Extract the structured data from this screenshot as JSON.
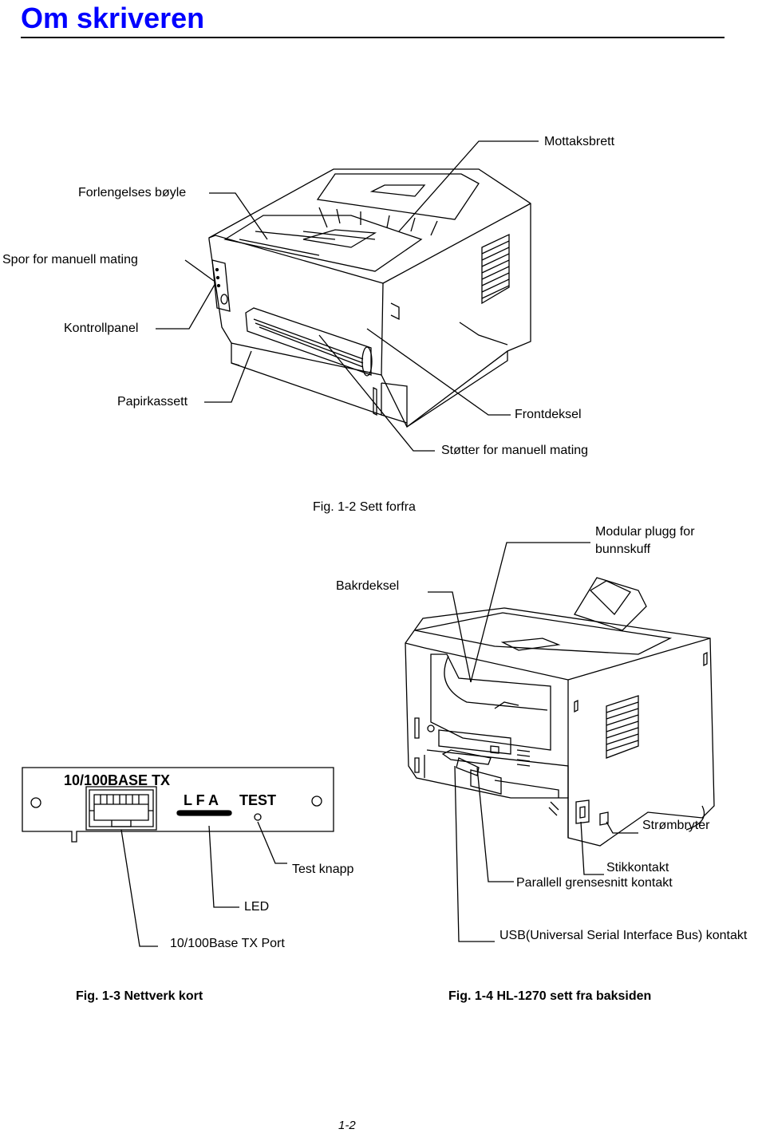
{
  "header": {
    "title": "Om skriveren"
  },
  "front_view": {
    "labels": {
      "mottaksbrett": "Mottaksbrett",
      "forlengelses": "Forlengelses bøyle",
      "spor": "Spor for manuell mating",
      "kontrollpanel": "Kontrollpanel",
      "papirkassett": "Papirkassett",
      "frontdeksel": "Frontdeksel",
      "stotter": "Støtter for manuell mating"
    },
    "caption": "Fig. 1-2 Sett forfra"
  },
  "rear_view": {
    "labels": {
      "modular": "Modular plugg for bunnskuff",
      "bakdeksel": "Bakrdeksel",
      "strombryter": "Strømbryter",
      "stikkontakt": "Stikkontakt",
      "parallell": "Parallell grensesnitt kontakt",
      "usb": "USB(Universal Serial Interface Bus) kontakt"
    },
    "caption": "Fig. 1-4 HL-1270 sett fra baksiden"
  },
  "network_card": {
    "card_title": "10/100BASE TX",
    "lfa": "L F A",
    "test": "TEST",
    "labels": {
      "test_knapp": "Test knapp",
      "led": "LED",
      "port": "10/100Base TX Port"
    },
    "caption": "Fig. 1-3 Nettverk kort"
  },
  "footer": {
    "page_number": "1-2"
  }
}
